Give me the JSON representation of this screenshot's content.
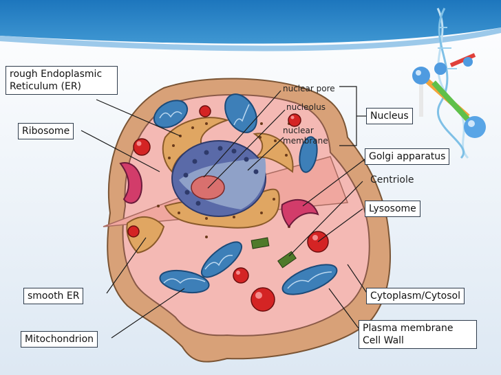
{
  "colors": {
    "header_blue": "#1c6fb4",
    "cytoplasm": "#f4b9b4",
    "plasma_membrane": "#d8a178",
    "nucleus": "#5a6aa8",
    "nucleolus": "#d9706e",
    "mitochondrion": "#3d7fb8",
    "er": "#e0a662",
    "golgi": "#d23c6a",
    "lysosome": "#d42424",
    "centriole": "#4f7a2a"
  },
  "labels": {
    "rough_er": "rough Endoplasmic Reticulum (ER)",
    "ribosome": "Ribosome",
    "smooth_er": "smooth ER",
    "mitochondrion": "Mitochondrion",
    "nuclear_pore": "nuclear pore",
    "nucleolus": "nucleolus",
    "nuclear_membrane": "nuclear membrane",
    "nucleus": "Nucleus",
    "golgi": "Golgi apparatus",
    "centriole": "Centriole",
    "lysosome": "Lysosome",
    "cytoplasm": "Cytoplasm/Cytosol",
    "plasma_membrane": "Plasma membrane Cell Wall"
  }
}
